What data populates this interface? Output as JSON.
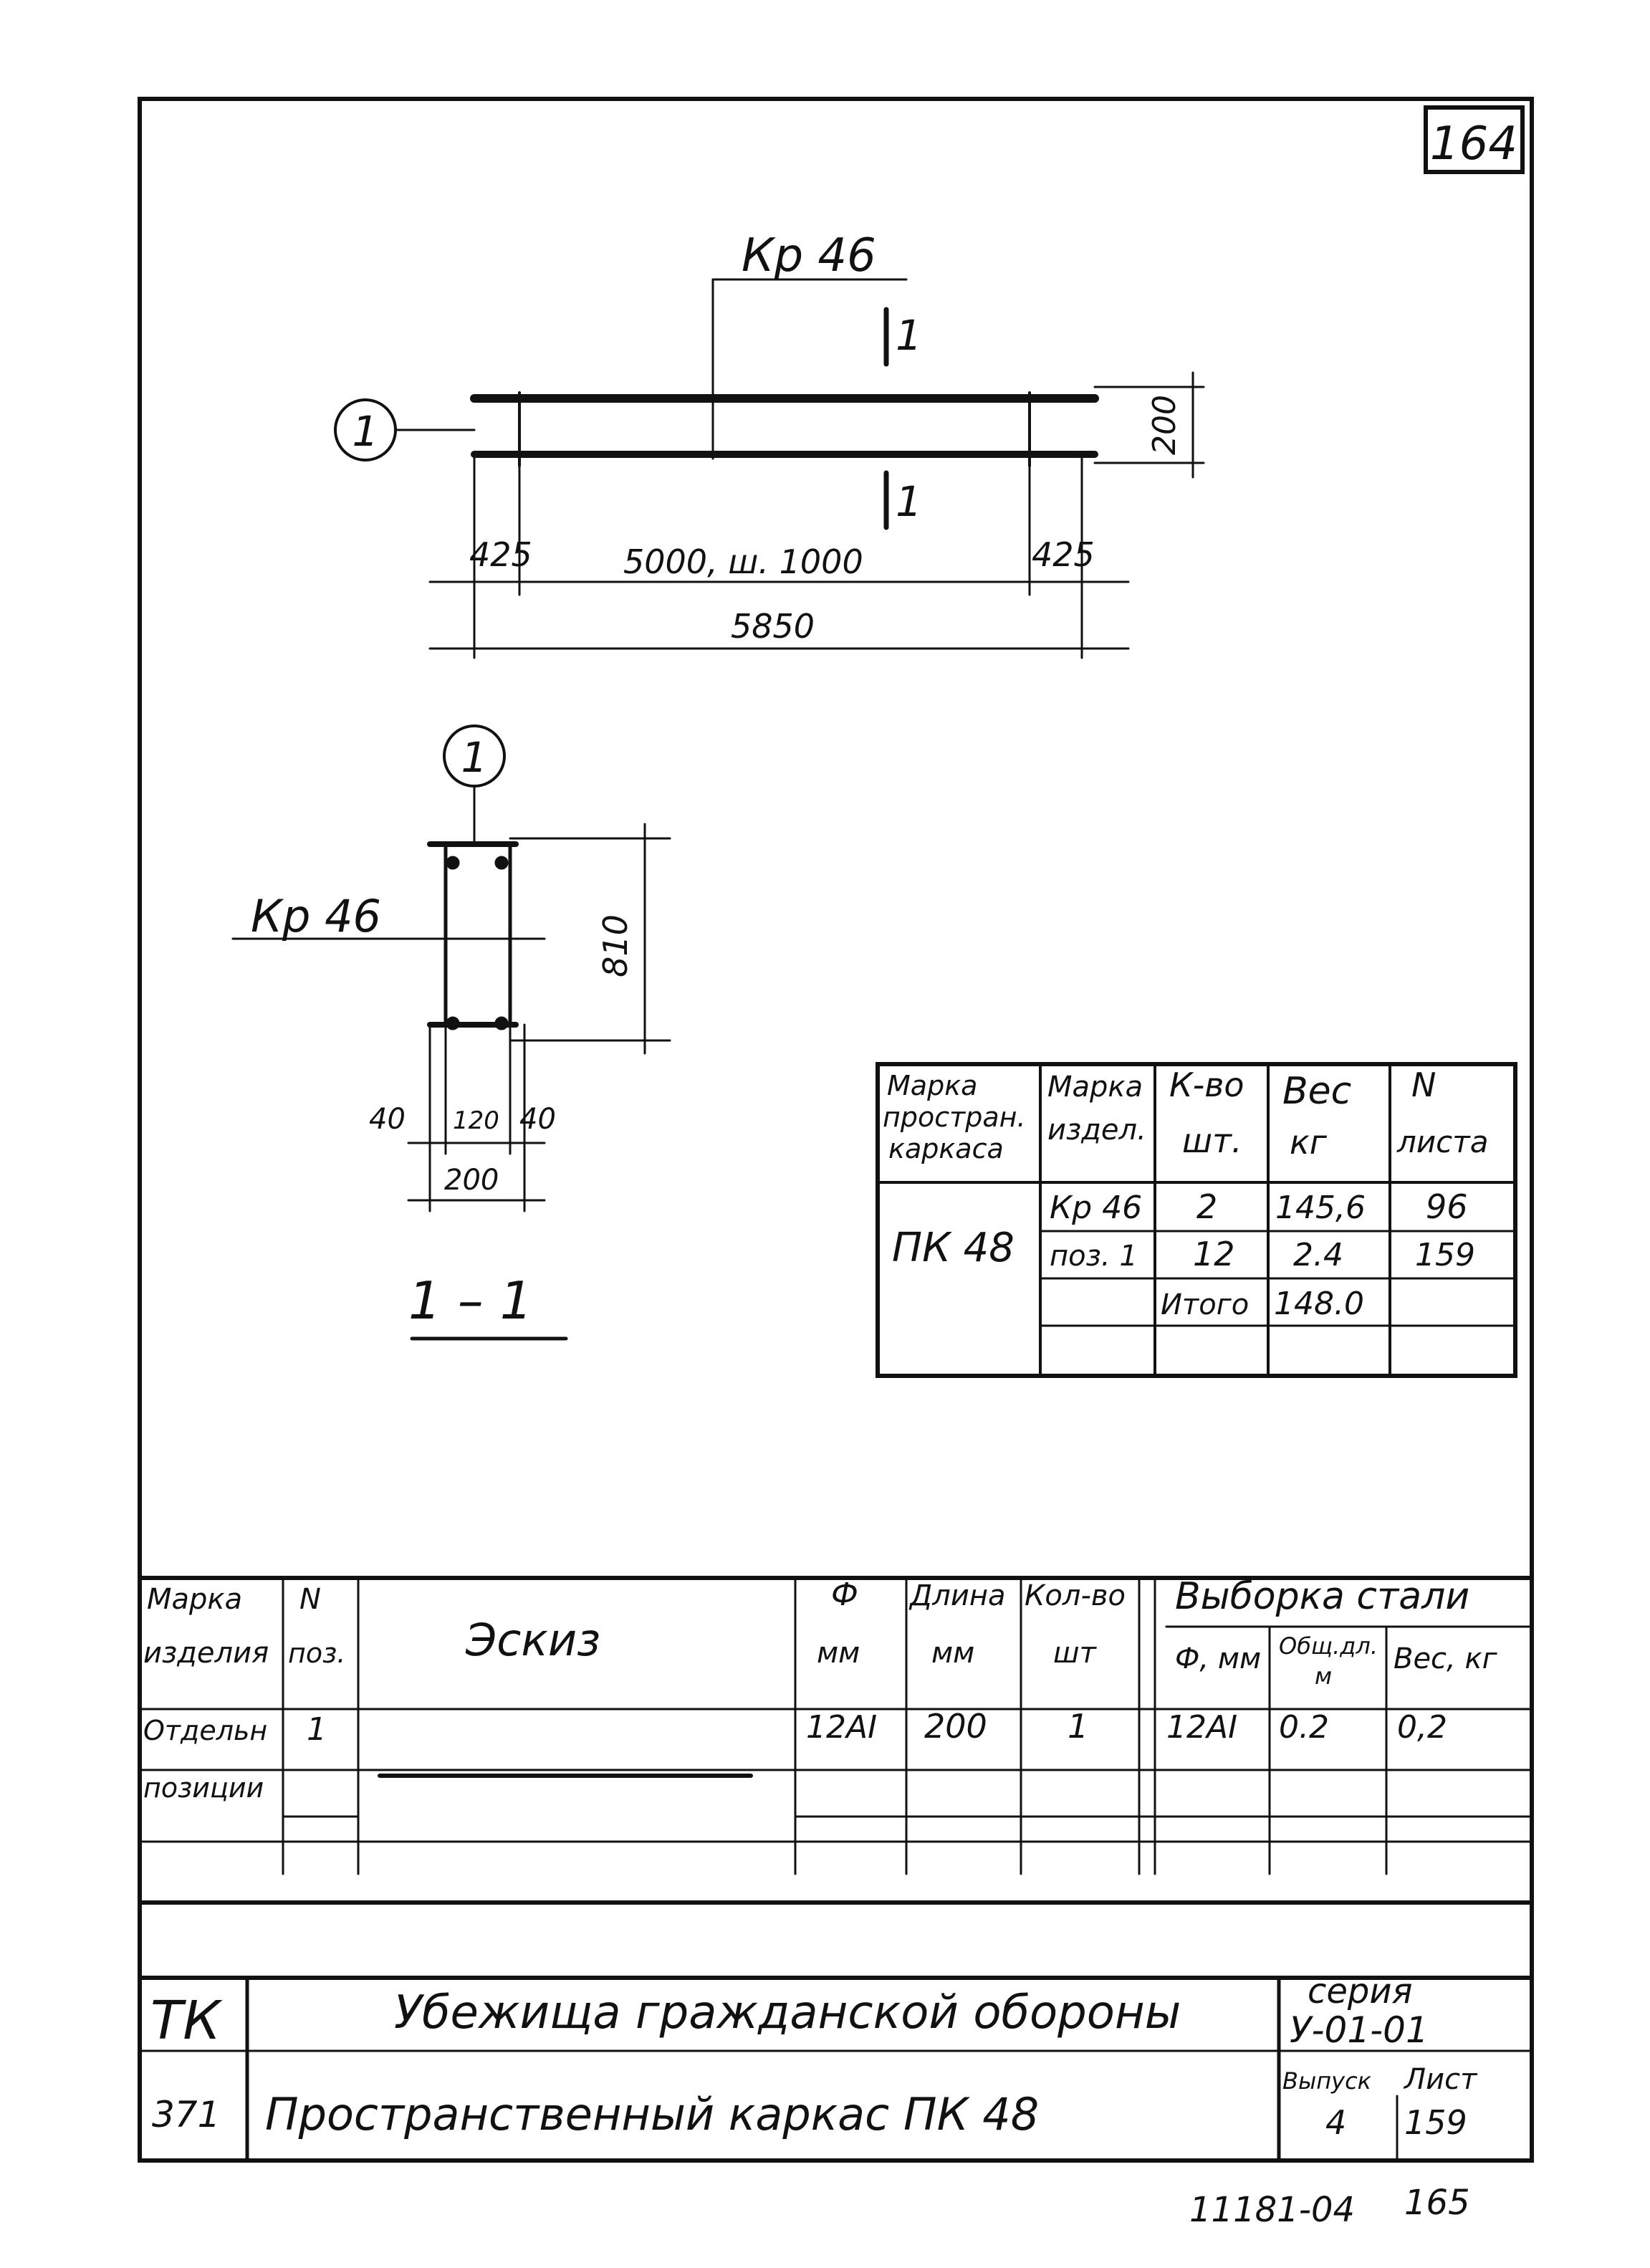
{
  "sheet": {
    "number": "164",
    "bottom_number": "11181-04",
    "bottom_sheet": "165"
  },
  "elevation": {
    "mark": "Кр 46",
    "section_mark": "1",
    "position_callout": "1",
    "dim_height": "200",
    "dim_end_left": "425",
    "dim_middle": "5000, ш. 1000",
    "dim_end_right": "425",
    "dim_total": "5850"
  },
  "section": {
    "position_callout": "1",
    "mark": "Кр 46",
    "dim_height": "810",
    "dim_left": "40",
    "dim_mid": "120",
    "dim_right": "40",
    "dim_total": "200",
    "title": "1 – 1"
  },
  "spec_table": {
    "headers": [
      "Марка простран. каркаса",
      "Марка издел.",
      "К-во шт.",
      "Вес кг",
      "N листа"
    ],
    "frame_mark": "ПК 48",
    "rows": [
      [
        "Кр 46",
        "2",
        "145,6",
        "96"
      ],
      [
        "поз. 1",
        "12",
        "2.4",
        "159"
      ],
      [
        "",
        "Итого",
        "148.0",
        ""
      ],
      [
        "",
        "",
        "",
        ""
      ]
    ]
  },
  "bar_table": {
    "headers": {
      "mark": "Марка изделия",
      "pos": "N поз.",
      "sketch": "Эскиз",
      "diam": "Ф мм",
      "length": "Длина мм",
      "qty": "Кол-во шт",
      "steel": "Выборка стали",
      "steel_d": "Ф, мм",
      "steel_len": "Общ.дл. м",
      "steel_w": "Вес, кг"
    },
    "row": {
      "mark": "Отдельн позиции",
      "pos": "1",
      "diam": "12AI",
      "length": "200",
      "qty": "1",
      "steel_d": "12AI",
      "steel_len": "0.2",
      "steel_w": "0,2"
    }
  },
  "title_block": {
    "code": "ТК",
    "code2": "371",
    "title": "Убежища гражданской обороны",
    "subtitle": "Пространственный каркас ПК 48",
    "series_label": "серия",
    "series": "У-01-01",
    "issue_label": "Выпуск",
    "issue": "4",
    "sheet_label": "Лист",
    "sheet": "159"
  }
}
